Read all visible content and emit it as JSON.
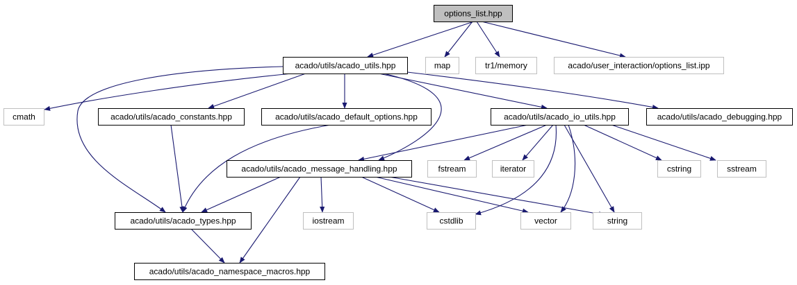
{
  "graph": {
    "colors": {
      "edge": "#191970",
      "root_fill": "#bfbfbf",
      "internal_border": "#000000",
      "external_border": "#bfbfbf",
      "text": "#000000"
    },
    "nodes": [
      {
        "id": "options_list",
        "label": "options_list.hpp",
        "kind": "root"
      },
      {
        "id": "acado_utils",
        "label": "acado/utils/acado_utils.hpp",
        "kind": "internal"
      },
      {
        "id": "map",
        "label": "map",
        "kind": "external"
      },
      {
        "id": "tr1_memory",
        "label": "tr1/memory",
        "kind": "external"
      },
      {
        "id": "options_list_ipp",
        "label": "acado/user_interaction/options_list.ipp",
        "kind": "external"
      },
      {
        "id": "cmath",
        "label": "cmath",
        "kind": "external"
      },
      {
        "id": "acado_constants",
        "label": "acado/utils/acado_constants.hpp",
        "kind": "internal"
      },
      {
        "id": "acado_default_options",
        "label": "acado/utils/acado_default_options.hpp",
        "kind": "internal"
      },
      {
        "id": "acado_io_utils",
        "label": "acado/utils/acado_io_utils.hpp",
        "kind": "internal"
      },
      {
        "id": "acado_debugging",
        "label": "acado/utils/acado_debugging.hpp",
        "kind": "internal"
      },
      {
        "id": "acado_message_handling",
        "label": "acado/utils/acado_message_handling.hpp",
        "kind": "internal"
      },
      {
        "id": "fstream",
        "label": "fstream",
        "kind": "external"
      },
      {
        "id": "iterator",
        "label": "iterator",
        "kind": "external"
      },
      {
        "id": "cstring",
        "label": "cstring",
        "kind": "external"
      },
      {
        "id": "sstream",
        "label": "sstream",
        "kind": "external"
      },
      {
        "id": "acado_types",
        "label": "acado/utils/acado_types.hpp",
        "kind": "internal"
      },
      {
        "id": "iostream",
        "label": "iostream",
        "kind": "external"
      },
      {
        "id": "cstdlib",
        "label": "cstdlib",
        "kind": "external"
      },
      {
        "id": "vector",
        "label": "vector",
        "kind": "external"
      },
      {
        "id": "string",
        "label": "string",
        "kind": "external"
      },
      {
        "id": "acado_namespace_macros",
        "label": "acado/utils/acado_namespace_macros.hpp",
        "kind": "internal"
      }
    ],
    "edges": [
      {
        "from": "options_list",
        "to": "acado_utils"
      },
      {
        "from": "options_list",
        "to": "map"
      },
      {
        "from": "options_list",
        "to": "tr1_memory"
      },
      {
        "from": "options_list",
        "to": "options_list_ipp"
      },
      {
        "from": "acado_utils",
        "to": "cmath"
      },
      {
        "from": "acado_utils",
        "to": "acado_constants"
      },
      {
        "from": "acado_utils",
        "to": "acado_default_options"
      },
      {
        "from": "acado_utils",
        "to": "acado_io_utils"
      },
      {
        "from": "acado_utils",
        "to": "acado_debugging"
      },
      {
        "from": "acado_utils",
        "to": "acado_message_handling"
      },
      {
        "from": "acado_utils",
        "to": "acado_types"
      },
      {
        "from": "acado_constants",
        "to": "acado_types"
      },
      {
        "from": "acado_default_options",
        "to": "acado_types"
      },
      {
        "from": "acado_io_utils",
        "to": "acado_message_handling"
      },
      {
        "from": "acado_io_utils",
        "to": "fstream"
      },
      {
        "from": "acado_io_utils",
        "to": "iterator"
      },
      {
        "from": "acado_io_utils",
        "to": "cstring"
      },
      {
        "from": "acado_io_utils",
        "to": "sstream"
      },
      {
        "from": "acado_io_utils",
        "to": "cstdlib"
      },
      {
        "from": "acado_io_utils",
        "to": "vector"
      },
      {
        "from": "acado_io_utils",
        "to": "string"
      },
      {
        "from": "acado_message_handling",
        "to": "acado_types"
      },
      {
        "from": "acado_message_handling",
        "to": "iostream"
      },
      {
        "from": "acado_message_handling",
        "to": "cstdlib"
      },
      {
        "from": "acado_message_handling",
        "to": "vector"
      },
      {
        "from": "acado_message_handling",
        "to": "string"
      },
      {
        "from": "acado_message_handling",
        "to": "acado_namespace_macros"
      },
      {
        "from": "acado_types",
        "to": "acado_namespace_macros"
      }
    ]
  }
}
